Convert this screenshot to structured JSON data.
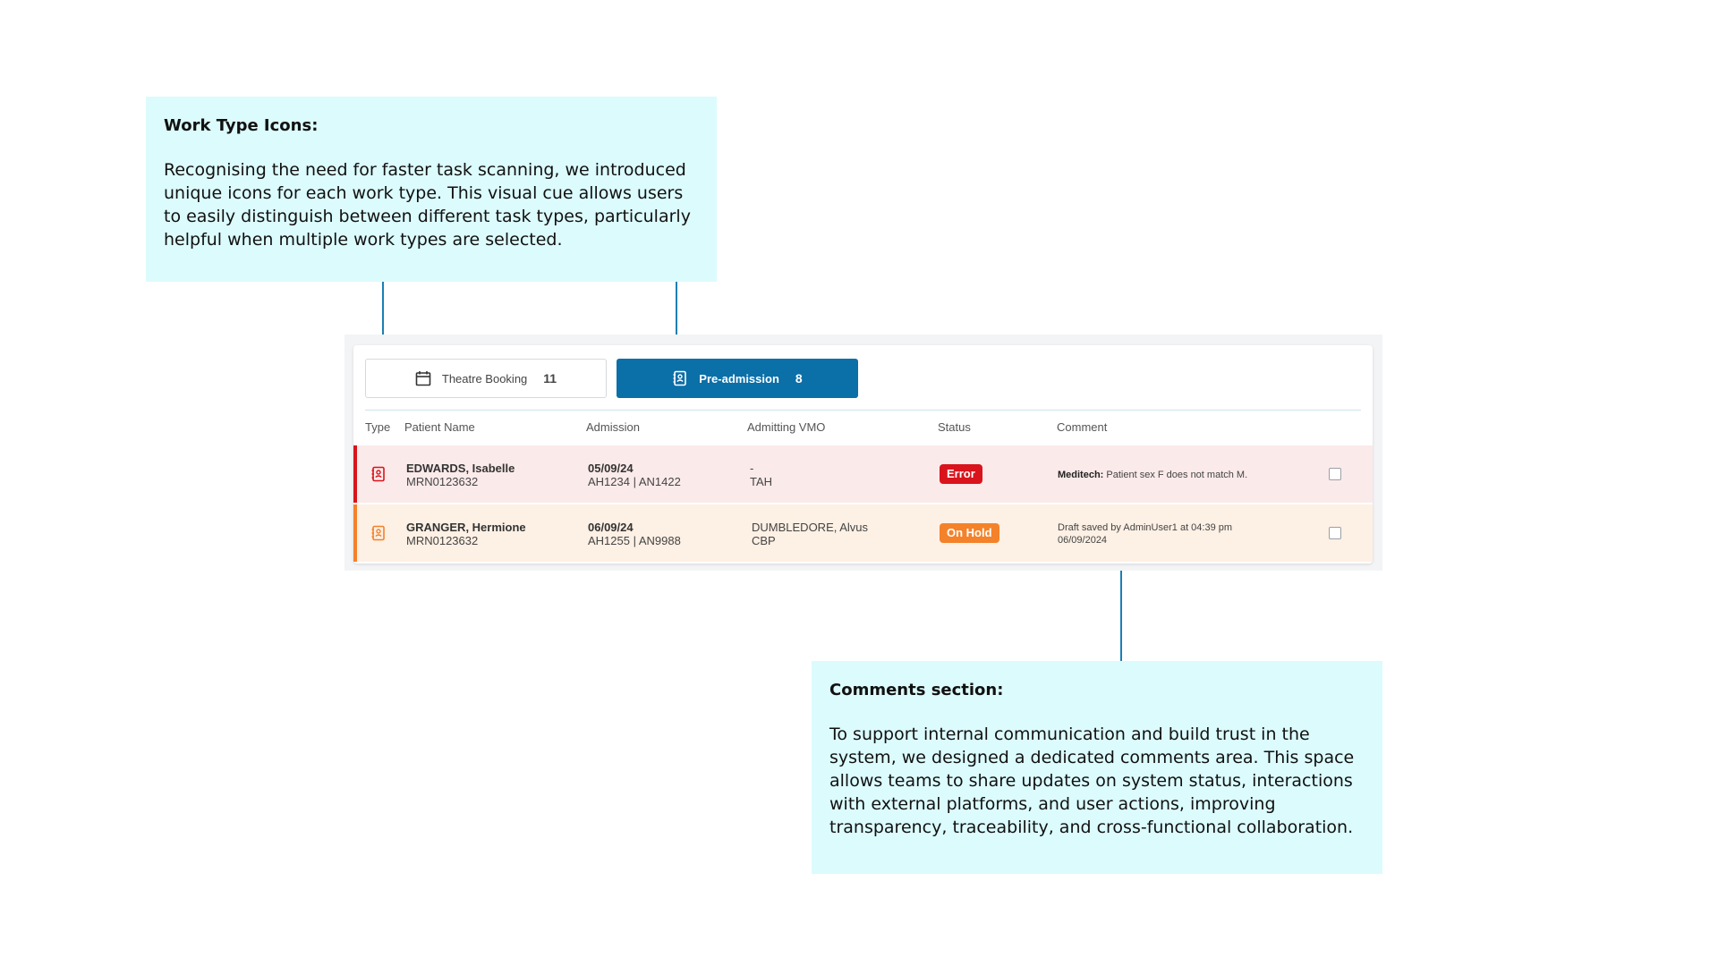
{
  "callouts": {
    "work_type": {
      "title": "Work Type Icons:",
      "body": "Recognising the need for faster task scanning, we introduced unique icons for each work type. This visual cue allows users to easily distinguish between different task types, particularly helpful when multiple work types are selected."
    },
    "comments": {
      "title": "Comments section:",
      "body": "To support internal communication and build trust in the system, we designed a dedicated comments area. This space allows teams to share updates on system status, interactions with external platforms, and user actions, improving transparency, traceability, and cross-functional collaboration."
    }
  },
  "tabs": [
    {
      "label": "Theatre Booking",
      "count": "11",
      "icon": "calendar-icon",
      "active": false
    },
    {
      "label": "Pre-admission",
      "count": "8",
      "icon": "contact-book-icon",
      "active": true
    }
  ],
  "columns": {
    "type": "Type",
    "patient_name": "Patient Name",
    "admission": "Admission",
    "vmo": "Admitting VMO",
    "status": "Status",
    "comment": "Comment"
  },
  "rows": [
    {
      "name": "EDWARDS, Isabelle",
      "mrn": "MRN0123632",
      "admission_date": "05/09/24",
      "admission_ids": "AH1234 | AN1422",
      "vmo_line1": "-",
      "vmo_line2": "TAH",
      "status": "Error",
      "comment_source": "Meditech:",
      "comment_text": "Patient sex F does not match M.",
      "accent_color": "#d9141c",
      "status_color": "#d9141c"
    },
    {
      "name": "GRANGER, Hermione",
      "mrn": "MRN0123632",
      "admission_date": "06/09/24",
      "admission_ids": "AH1255 | AN9988",
      "vmo_line1": "DUMBLEDORE, Alvus",
      "vmo_line2": "CBP",
      "status": "On Hold",
      "comment_source": "",
      "comment_text": "Draft saved by AdminUser1 at 04:39 pm 06/09/2024",
      "accent_color": "#f4822a",
      "status_color": "#f4822a"
    }
  ],
  "colors": {
    "callout_bg": "#dcfbfd",
    "connector": "#1c7fb3",
    "active_tab": "#0b6fa8"
  }
}
